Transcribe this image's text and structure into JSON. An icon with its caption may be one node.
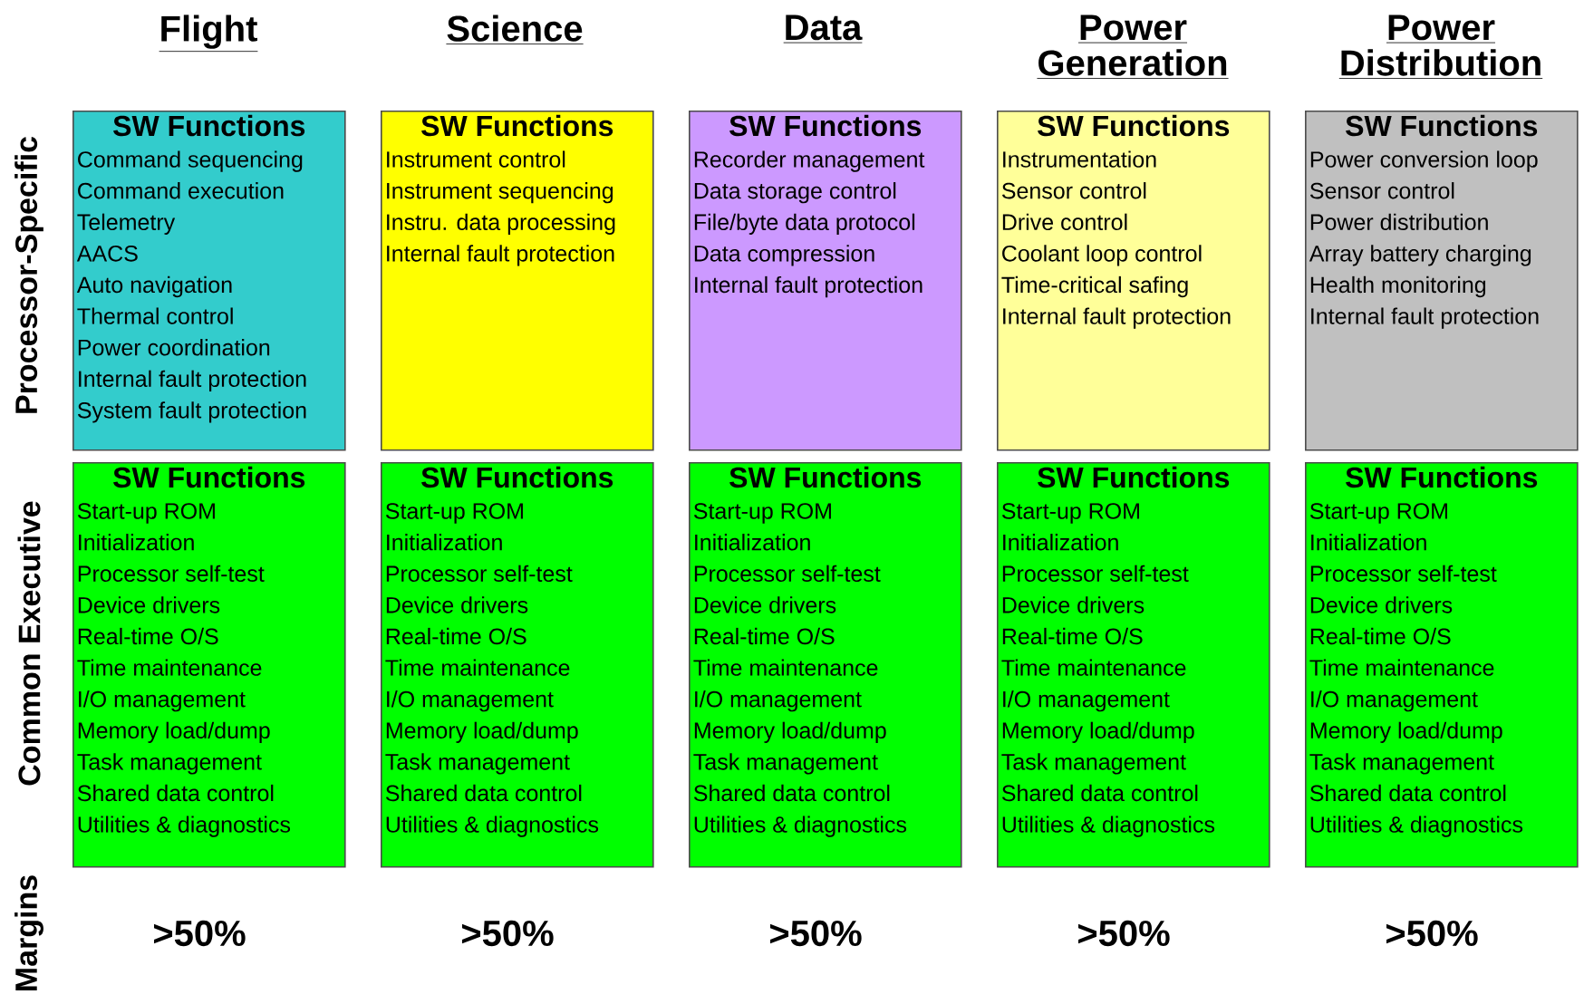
{
  "diagram": {
    "nodes": [
      {
        "text": [
          "SW Functions",
          "Command sequencing",
          "Command execution",
          "Telemetry",
          "AACS",
          "Auto navigation",
          "Thermal control",
          "Power coordination",
          "Internal fault protection",
          "System fault protection"
        ]
      },
      {
        "text": [
          "SW Functions",
          "Instrument control",
          "Instrument sequencing",
          "Instru. data processing",
          "Internal fault protection"
        ]
      },
      {
        "text": [
          "SW Functions",
          "Recorder management",
          "Data storage control",
          "File/byte data protocol",
          "Data compression",
          "Internal fault protection"
        ]
      },
      {
        "text": [
          "SW Functions",
          "Instrumentation",
          "Sensor control",
          "Drive control",
          "Coolant loop control",
          "Time-critical safing",
          "Internal fault protection"
        ]
      },
      {
        "text": [
          "SW Functions",
          "Power conversion loop",
          "Sensor control",
          "Power distribution",
          "Array battery charging",
          "Health monitoring",
          "Internal fault protection"
        ]
      },
      {
        "text": [
          "SW Functions",
          "Start-up ROM",
          "Initialization",
          "Processor self-test",
          "Device drivers",
          "Real-time O/S",
          "Time maintenance",
          "I/O management",
          "Memory load/dump",
          "Task management",
          "Shared data control",
          "Utilities & diagnostics"
        ]
      },
      {
        "text": [
          "SW Functions",
          "Start-up ROM",
          "Initialization",
          "Processor self-test",
          "Device drivers",
          "Real-time O/S",
          "Time maintenance",
          "I/O management",
          "Memory load/dump",
          "Task management",
          "Shared data control",
          "Utilities & diagnostics"
        ]
      },
      {
        "text": [
          "SW Functions",
          "Start-up ROM",
          "Initialization",
          "Processor self-test",
          "Device drivers",
          "Real-time O/S",
          "Time maintenance",
          "I/O management",
          "Memory load/dump",
          "Task management",
          "Shared data control",
          "Utilities & diagnostics"
        ]
      },
      {
        "text": [
          "SW Functions",
          "Start-up ROM",
          "Initialization",
          "Processor self-test",
          "Device drivers",
          "Real-time O/S",
          "Time maintenance",
          "I/O management",
          "Memory load/dump",
          "Task management",
          "Shared data control",
          "Utilities & diagnostics"
        ]
      },
      {
        "text": [
          "SW Functions",
          "Start-up ROM",
          "Initialization",
          "Processor self-test",
          "Device drivers",
          "Real-time O/S",
          "Time maintenance",
          "I/O management",
          "Memory load/dump",
          "Task management",
          "Shared data control",
          "Utilities & diagnostics"
        ]
      }
    ],
    "labels": [
      "Flight",
      "Science",
      "Data",
      "Power Generation",
      "Power Distribution",
      "Processor-Specific",
      "Common Executive",
      "Margins",
      ">50%",
      ">50%",
      ">50%",
      ">50%",
      ">50%"
    ]
  }
}
